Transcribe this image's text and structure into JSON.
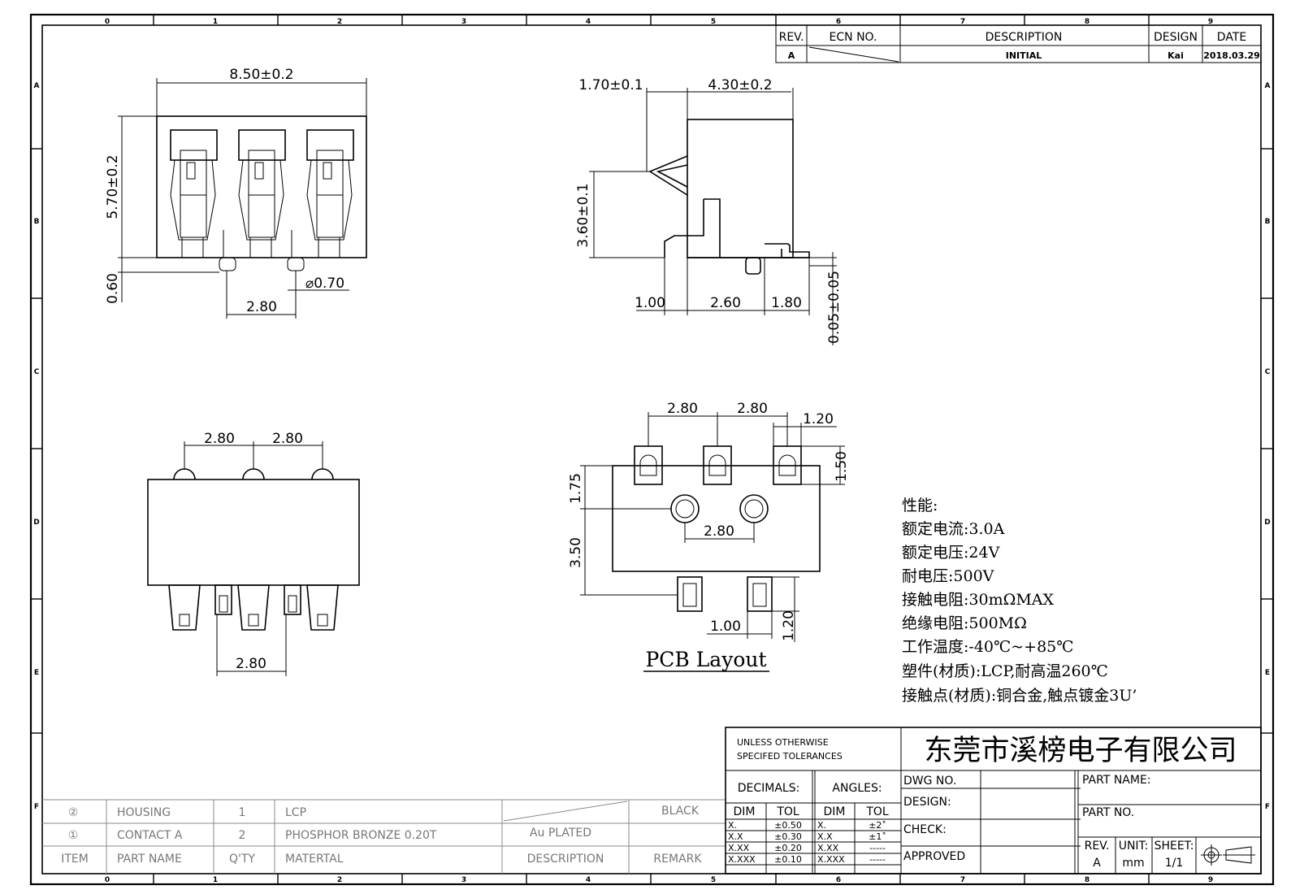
{
  "zones": {
    "columns": [
      "0",
      "1",
      "2",
      "3",
      "4",
      "5",
      "6",
      "7",
      "8",
      "9"
    ],
    "rows": [
      "A",
      "B",
      "C",
      "D",
      "E",
      "F"
    ]
  },
  "revision_block": {
    "headers": {
      "rev": "REV.",
      "ecn": "ECN NO.",
      "description": "DESCRIPTION",
      "design": "DESIGN",
      "date": "DATE"
    },
    "row": {
      "rev": "A",
      "description": "INITIAL",
      "design": "Kai",
      "date": "2018.03.29"
    }
  },
  "top_view": {
    "width_dim": "8.50±0.2",
    "height_dim": "5.70±0.2",
    "tail_dim": "0.60",
    "hole_dim": "⌀0.70",
    "pitch_dim": "2.80"
  },
  "side_view": {
    "spring_dim": "1.70±0.1",
    "body_dim": "4.30±0.2",
    "height_dim": "3.60±0.1",
    "dim_a": "1.00",
    "dim_b": "2.60",
    "dim_c": "1.80",
    "coplanarity": "0.05±0.05"
  },
  "bottom_view": {
    "pitch_1": "2.80",
    "pitch_2": "2.80",
    "tail_pitch": "2.80"
  },
  "pcb_layout": {
    "title": "PCB Layout",
    "pad_pitch_1": "2.80",
    "pad_pitch_2": "2.80",
    "pad_width": "1.20",
    "pad_height": "1.50",
    "offset_1": "1.75",
    "offset_2": "3.50",
    "hole_pitch": "2.80",
    "tail_pad_width": "1.00",
    "tail_pad_height": "1.20"
  },
  "specs": [
    "性能:",
    "额定电流:3.0A",
    "额定电压:24V",
    "耐电压:500V",
    "接触电阻:30mΩMAX",
    "绝缘电阻:500MΩ",
    "工作温度:-40℃~+85℃",
    "塑件(材质):LCP,耐高温260℃",
    "接触点(材质):铜合金,触点镀金3U’"
  ],
  "bom": {
    "rows": [
      {
        "item": "②",
        "part_name": "HOUSING",
        "qty": "1",
        "material": "LCP",
        "description": "",
        "remark": "BLACK"
      },
      {
        "item": "①",
        "part_name": "CONTACT A",
        "qty": "2",
        "material": "PHOSPHOR BRONZE 0.20T",
        "description": "Au PLATED",
        "remark": ""
      }
    ],
    "headers": {
      "item": "ITEM",
      "part_name": "PART NAME",
      "qty": "Q'TY",
      "material": "MATERTAL",
      "description": "DESCRIPTION",
      "remark": "REMARK"
    }
  },
  "title_block": {
    "tolerance_note_1": "UNLESS OTHERWISE",
    "tolerance_note_2": "SPECIFED TOLERANCES",
    "company": "东莞市溪榜电子有限公司",
    "decimals_label": "DECIMALS:",
    "angles_label": "ANGLES:",
    "dim_header": "DIM",
    "tol_header": "TOL",
    "decimal_rows": [
      {
        "dim": "X.",
        "tol": "±0.50"
      },
      {
        "dim": "X.X",
        "tol": "±0.30"
      },
      {
        "dim": "X.XX",
        "tol": "±0.20"
      },
      {
        "dim": "X.XXX",
        "tol": "±0.10"
      }
    ],
    "angle_rows": [
      {
        "dim": "X.",
        "tol": "±2˚"
      },
      {
        "dim": "X.X",
        "tol": "±1˚"
      },
      {
        "dim": "X.XX",
        "tol": "-----"
      },
      {
        "dim": "X.XXX",
        "tol": "-----"
      }
    ],
    "dwg_no_label": "DWG NO.",
    "design_label": "DESIGN:",
    "check_label": "CHECK:",
    "approved_label": "APPROVED",
    "part_name_label": "PART NAME:",
    "part_no_label": "PART NO.",
    "rev_label": "REV.",
    "rev_value": "A",
    "unit_label": "UNIT:",
    "unit_value": "mm",
    "sheet_label": "SHEET:",
    "sheet_value": "1/1"
  }
}
